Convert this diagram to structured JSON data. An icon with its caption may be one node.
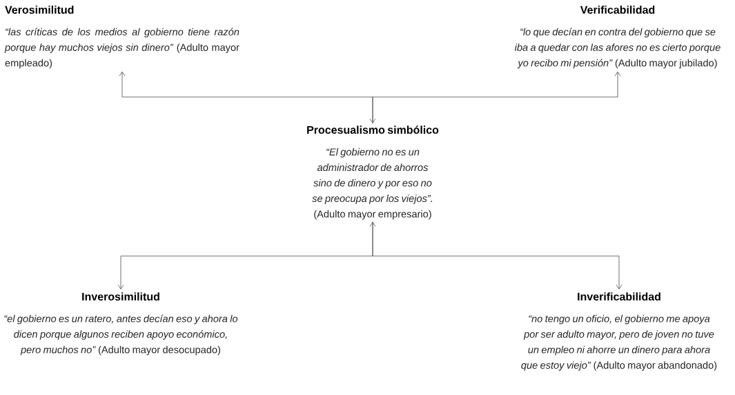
{
  "diagram": {
    "nodes": [
      {
        "text": [
          "Verosimilitud",
          "*“las críticas de los medios al gobierno tiene razón porque hay muchos viejos sin dinero”* (Adulto mayor empleado)"
        ]
      },
      {
        "text": [
          "Verificabilidad",
          "*“lo que decían en contra del gobierno que se iba a quedar con las afores no es cierto porque yo recibo mi pensión”* (Adulto mayor jubilado)"
        ]
      },
      {
        "text": [
          "Procesualismo simbólico",
          "*“El gobierno no es un administrador de ahorros sino de dinero y por eso no se preocupa por los viejos”.* (Adulto mayor empresario)"
        ]
      },
      {
        "text": [
          "Inverosimilitud",
          "*“el gobierno es un ratero, antes decían eso y ahora lo dicen porque algunos reciben apoyo económico, pero muchos no”* (Adulto mayor desocupado)"
        ]
      },
      {
        "text": [
          "Inverificabilidad",
          "*“no tengo un oficio, el gobierno me apoya por ser adulto mayor, pero de joven no tuve un empleo ni ahorre un dinero para ahora que estoy viejo”* (Adulto mayor abandonado)"
        ]
      }
    ],
    "edges": [
      {
        "from": 2,
        "to": 0,
        "arrow": "both"
      },
      {
        "from": 2,
        "to": 1,
        "arrow": "to"
      },
      {
        "from": 2,
        "to": 3,
        "arrow": "both"
      },
      {
        "from": 2,
        "to": 4,
        "arrow": "to"
      }
    ]
  }
}
